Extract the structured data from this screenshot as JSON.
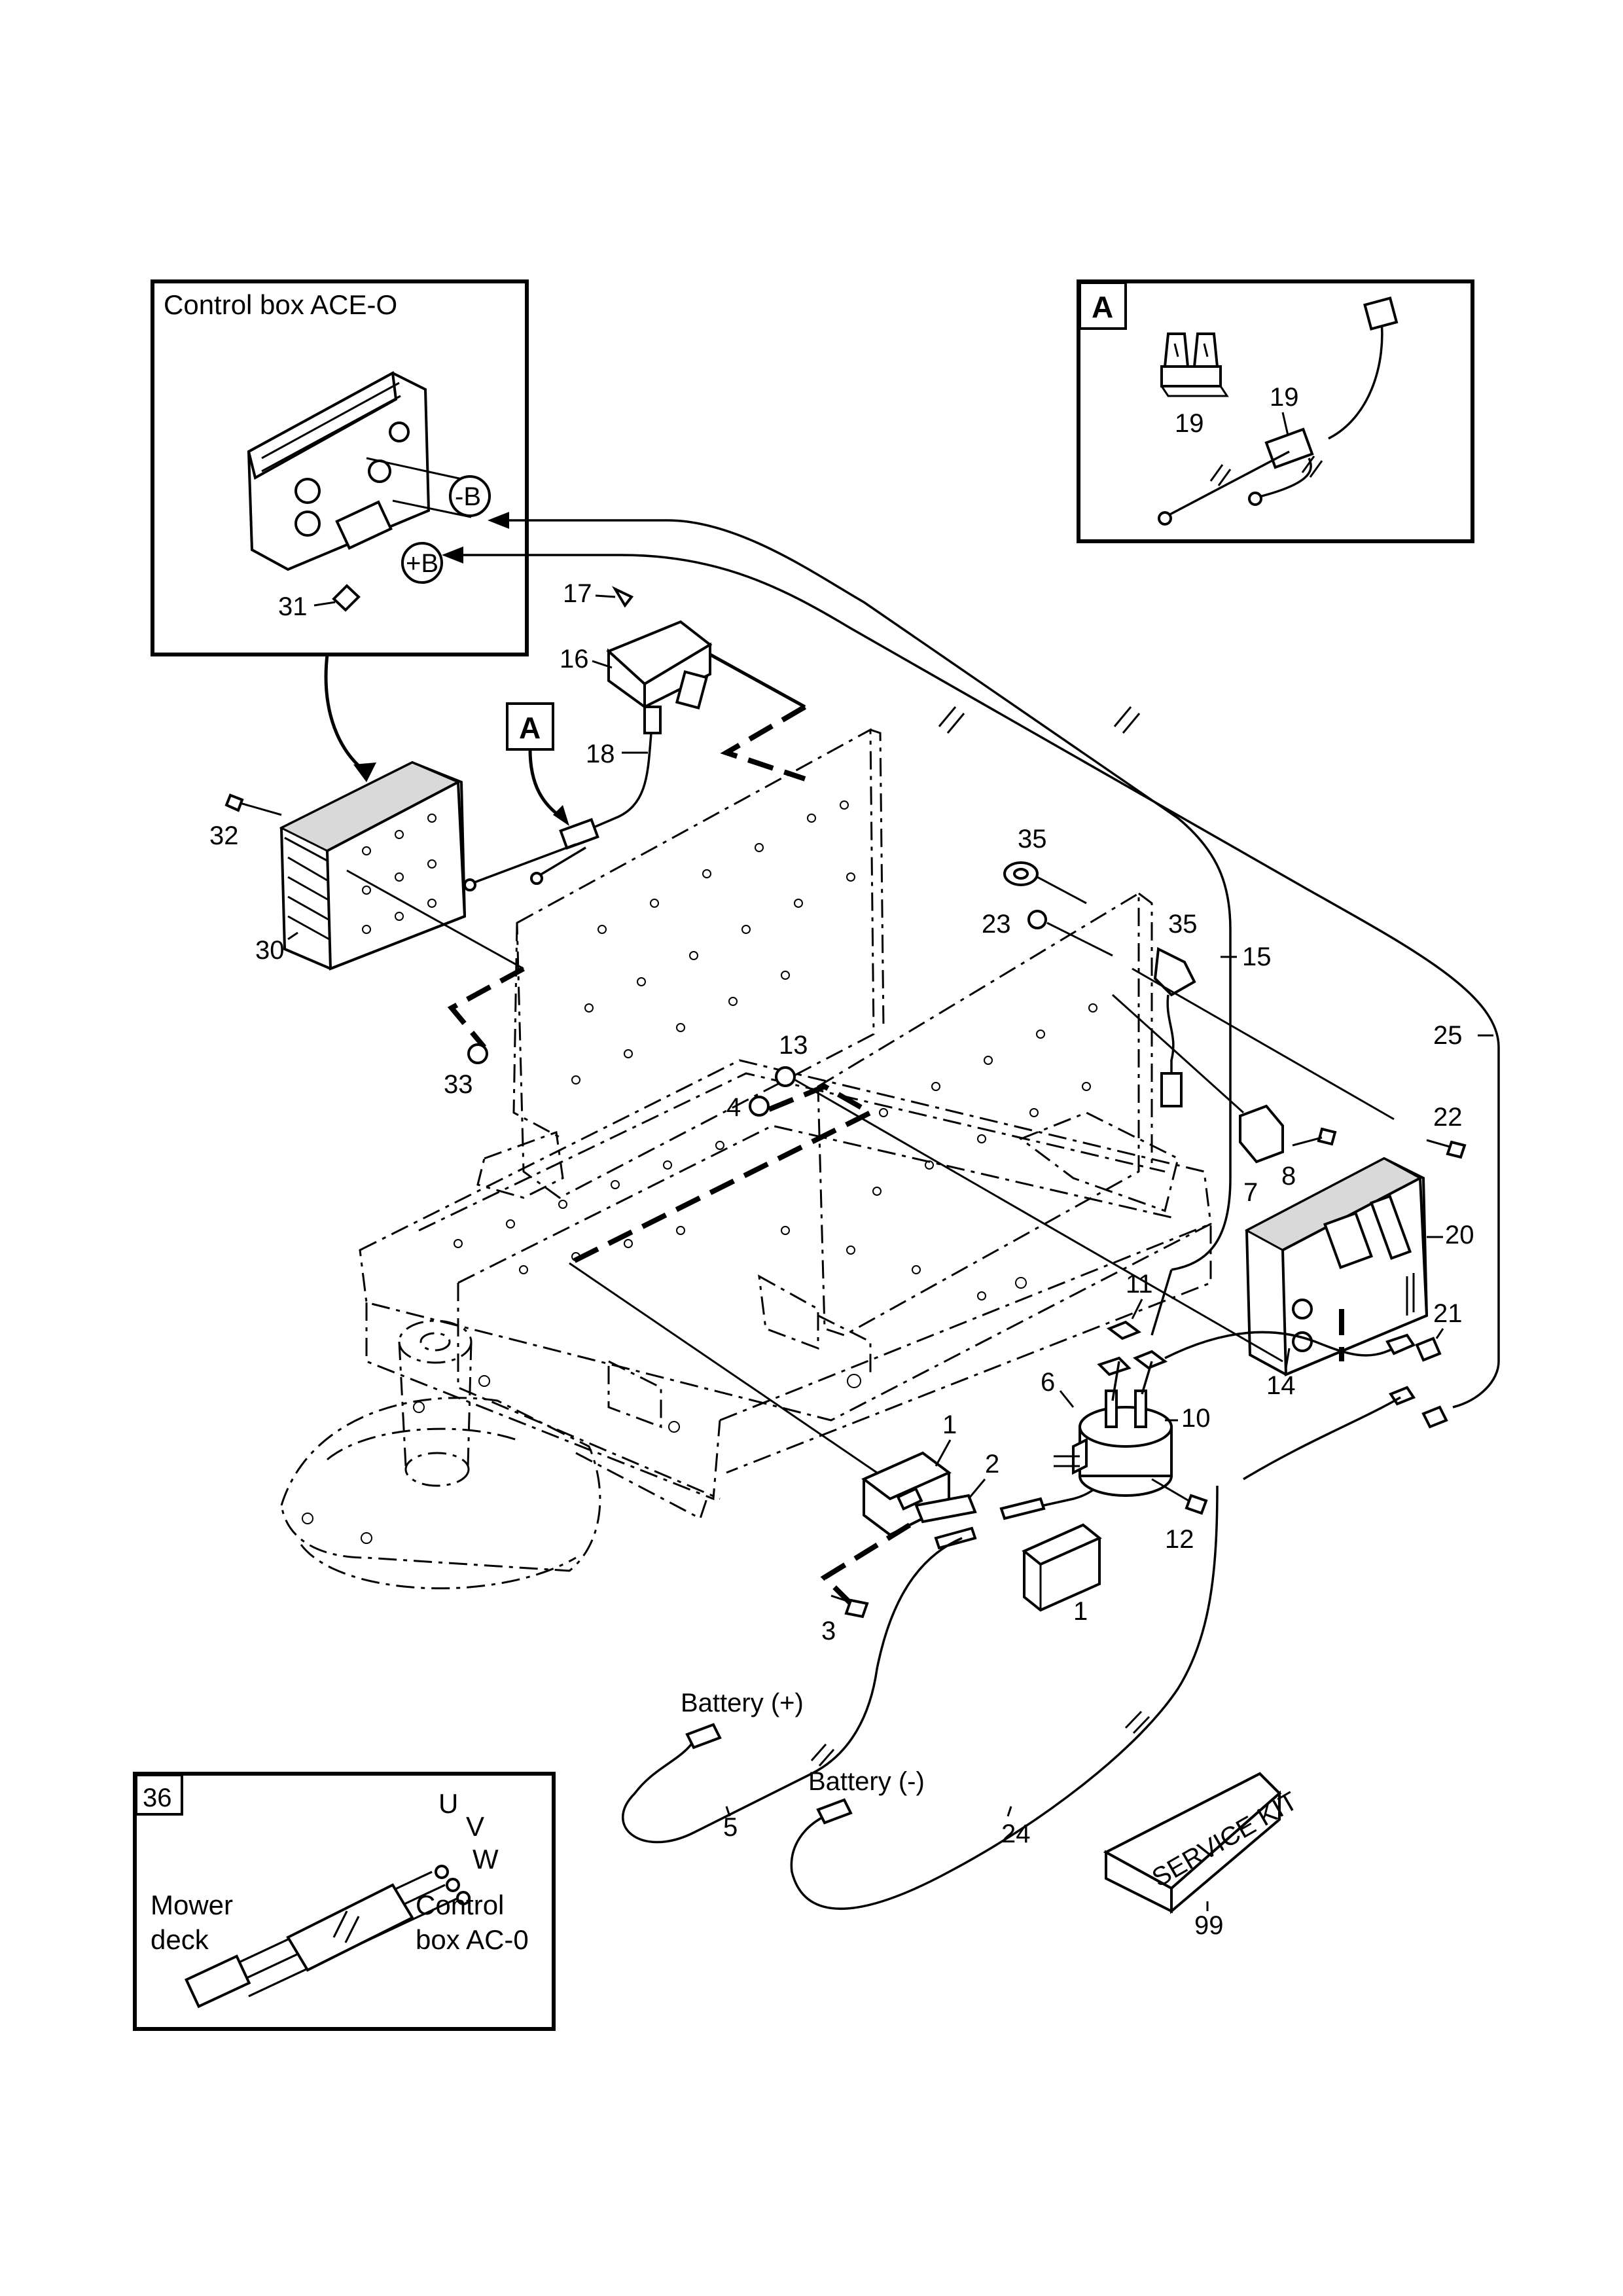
{
  "insets": {
    "control_box": {
      "title": "Control box ACE-O",
      "minus_b": "-B",
      "plus_b": "+B"
    },
    "detail_a": {
      "tag": "A"
    },
    "harness_36": {
      "tag": "36",
      "u": "U",
      "v": "V",
      "w": "W",
      "mower_deck": [
        "Mower",
        "deck"
      ],
      "control_box": [
        "Control",
        "box AC-0"
      ]
    }
  },
  "main": {
    "detail_ref": "A"
  },
  "callouts": {
    "c1a": "1",
    "c1b": "1",
    "c2": "2",
    "c3": "3",
    "c4": "4",
    "c5": "5",
    "c6": "6",
    "c7": "7",
    "c8": "8",
    "c10": "10",
    "c11": "11",
    "c12": "12",
    "c13": "13",
    "c14": "14",
    "c15": "15",
    "c16": "16",
    "c17": "17",
    "c18": "18",
    "c19a": "19",
    "c19b": "19",
    "c20": "20",
    "c21": "21",
    "c22": "22",
    "c23": "23",
    "c24": "24",
    "c25": "25",
    "c30": "30",
    "c31": "31",
    "c32": "32",
    "c33": "33",
    "c35a": "35",
    "c35b": "35",
    "c99": "99"
  },
  "labels": {
    "battery_pos": "Battery (+)",
    "battery_neg": "Battery (-)"
  },
  "service_kit": {
    "text": "SERVICE KIT"
  }
}
